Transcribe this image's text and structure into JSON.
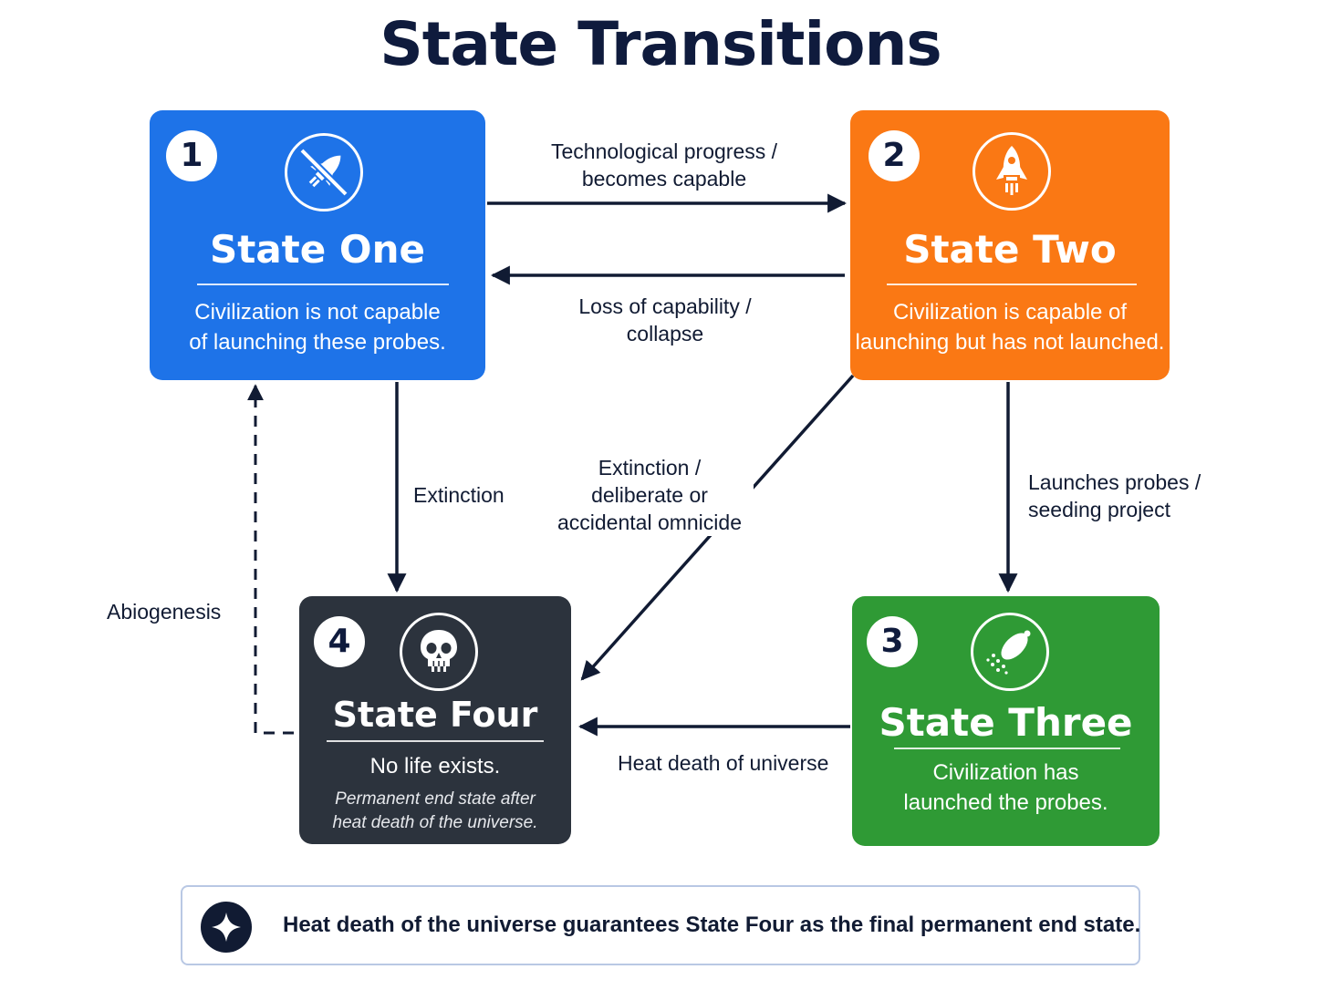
{
  "title": "State Transitions",
  "states": {
    "one": {
      "number": "1",
      "name": "State One",
      "description": [
        "Civilization is not capable",
        "of launching these probes."
      ],
      "icon": "no-rocket-icon",
      "color": "#1e73e8"
    },
    "two": {
      "number": "2",
      "name": "State Two",
      "description": [
        "Civilization is capable of",
        "launching but has not launched."
      ],
      "icon": "rocket-icon",
      "color": "#fa7814"
    },
    "three": {
      "number": "3",
      "name": "State Three",
      "description": [
        "Civilization has",
        "launched the probes."
      ],
      "icon": "satellite-dish-icon",
      "color": "#2f9a35"
    },
    "four": {
      "number": "4",
      "name": "State Four",
      "description": "No life exists.",
      "detail": [
        "Permanent end state after",
        "heat death of the universe."
      ],
      "icon": "skull-icon",
      "color": "#2c333d"
    }
  },
  "transitions": {
    "one_to_two": [
      "Technological progress /",
      "becomes capable"
    ],
    "two_to_one": [
      "Loss of capability /",
      "collapse"
    ],
    "one_to_four": "Extinction",
    "two_to_four": [
      "Extinction /",
      "deliberate or",
      "accidental omnicide"
    ],
    "two_to_three": [
      "Launches probes /",
      "seeding project"
    ],
    "three_to_four": "Heat death of universe",
    "four_to_one": "Abiogenesis"
  },
  "note": {
    "icon": "sparkle-icon",
    "text": "Heat death of the universe guarantees State Four as the final permanent end state."
  }
}
